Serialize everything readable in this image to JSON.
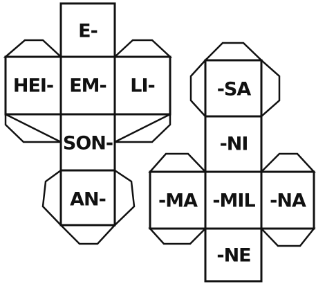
{
  "left_net": {
    "cells": [
      "E-",
      "HEI-",
      "EM-",
      "LI-",
      "SON-",
      "AN-"
    ]
  },
  "right_net": {
    "cells": [
      "-SA",
      "-NI",
      "-MA",
      "-MIL",
      "-NA",
      "-NE"
    ]
  }
}
